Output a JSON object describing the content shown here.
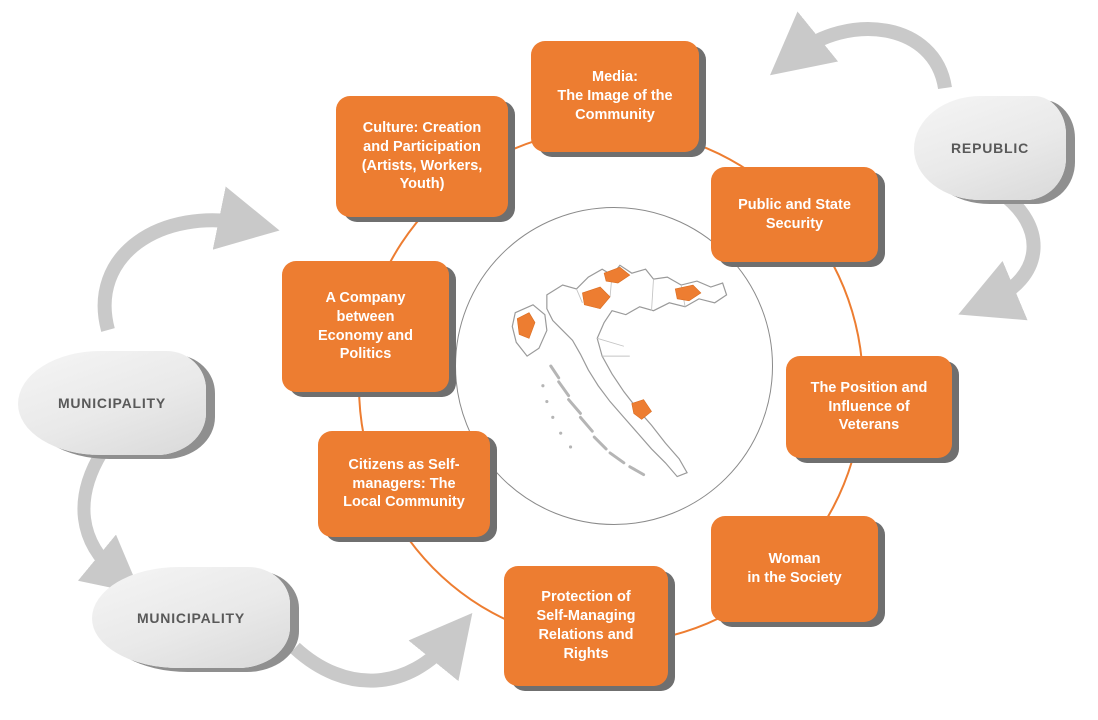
{
  "diagram": {
    "topics": [
      {
        "label": "Media:\nThe Image of the\nCommunity"
      },
      {
        "label": "Public and State\nSecurity"
      },
      {
        "label": "The Position and\nInfluence of\nVeterans"
      },
      {
        "label": "Woman\nin the Society"
      },
      {
        "label": "Protection of\nSelf-Managing\nRelations and\nRights"
      },
      {
        "label": "Citizens as Self-\nmanagers: The\nLocal Community"
      },
      {
        "label": "A Company\nbetween\nEconomy and\nPolitics"
      },
      {
        "label": "Culture: Creation\nand Participation\n(Artists, Workers,\nYouth)"
      }
    ],
    "levels": {
      "republic": "REPUBLIC",
      "municipality_left": "MUNICIPALITY",
      "municipality_bottom": "MUNICIPALITY"
    },
    "center": {
      "map_name": "map of Croatia with highlighted counties"
    },
    "colors": {
      "topic_fill": "#ED7D31",
      "topic_shadow": "#6F6F6F",
      "level_text": "#595959",
      "arrow_gray": "#C9C9C9",
      "ring_orange": "#ED7D31"
    }
  }
}
